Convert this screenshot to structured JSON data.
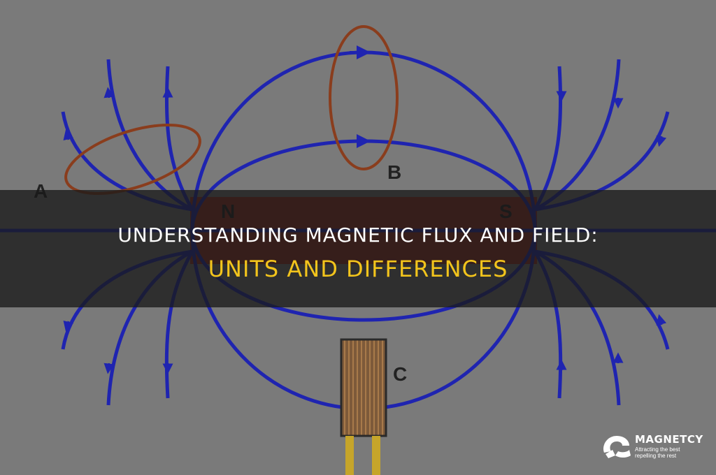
{
  "labels": {
    "a": "A",
    "b": "B",
    "c": "C",
    "n": "N",
    "s": "S"
  },
  "title": {
    "line1": "UNDERSTANDING MAGNETIC FLUX AND FIELD:",
    "line2": "UNITS AND DIFFERENCES"
  },
  "brand": {
    "name": "MAGNETCY",
    "tagline_1": "Attracting the best",
    "tagline_2": "repelling the rest"
  },
  "colors": {
    "field_line": "#1f24b0",
    "loop": "#8a3d1d",
    "background": "#7a7a7a",
    "title_line1": "#ffffff",
    "title_line2": "#f2c41c"
  }
}
